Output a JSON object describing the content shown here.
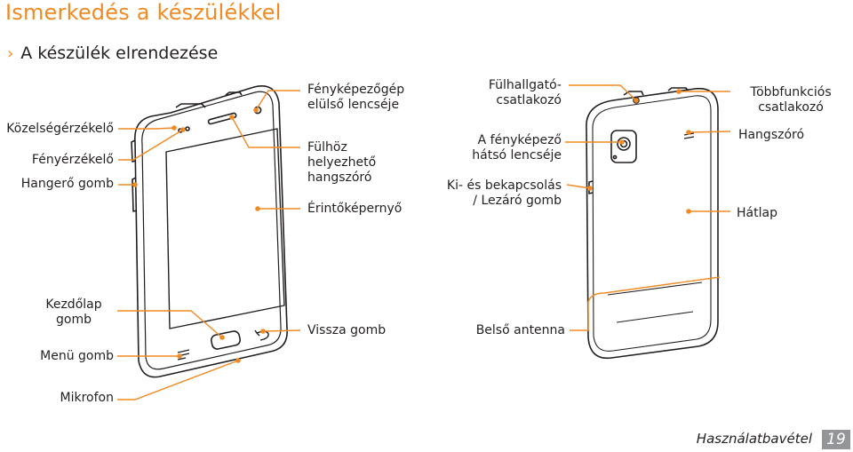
{
  "chapter_title": "Ismerkedés a készülékkel",
  "section": {
    "arrow": "›",
    "title": "A készülék elrendezése"
  },
  "labels": {
    "proximity": "Közelségérzékelő",
    "light": "Fényérzékelő",
    "volume": "Hangerő gomb",
    "front_camera": [
      "Fényképezőgép",
      "elülső lencséje"
    ],
    "earpiece": [
      "Fülhöz",
      "helyezhető",
      "hangszóró"
    ],
    "touchscreen": "Érintőképernyő",
    "headset": [
      "Fülhallgató-",
      "csatlakozó"
    ],
    "rear_camera": [
      "A fényképező",
      "hátsó lencséje"
    ],
    "power": [
      "Ki- és bekapcsolás",
      "/ Lezáró gomb"
    ],
    "multifunction": [
      "Többfunkciós",
      "csatlakozó"
    ],
    "speaker": "Hangszóró",
    "back_cover": "Hátlap",
    "home": [
      "Kezdőlap",
      "gomb"
    ],
    "menu": "Menü gomb",
    "back": "Vissza gomb",
    "antenna": "Belső antenna",
    "mic": "Mikrofon"
  },
  "footer": {
    "text": "Használatbavétel",
    "page": "19"
  },
  "colors": {
    "accent": "#f08a24",
    "text": "#231f20",
    "badge": "#939598"
  }
}
